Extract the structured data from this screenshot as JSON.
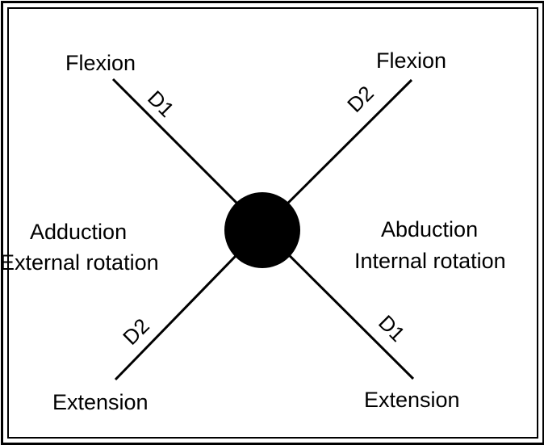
{
  "diagram": {
    "labels": {
      "top_left": "Flexion",
      "top_right": "Flexion",
      "bottom_left": "Extension",
      "bottom_right": "Extension",
      "left_line1": "Adduction",
      "left_line2": "External rotation",
      "right_line1": "Abduction",
      "right_line2": "Internal rotation"
    },
    "diagonals": {
      "upper_left": "D1",
      "upper_right": "D2",
      "lower_left": "D2",
      "lower_right": "D1"
    },
    "colors": {
      "ink": "#000000",
      "background": "#ffffff"
    }
  }
}
